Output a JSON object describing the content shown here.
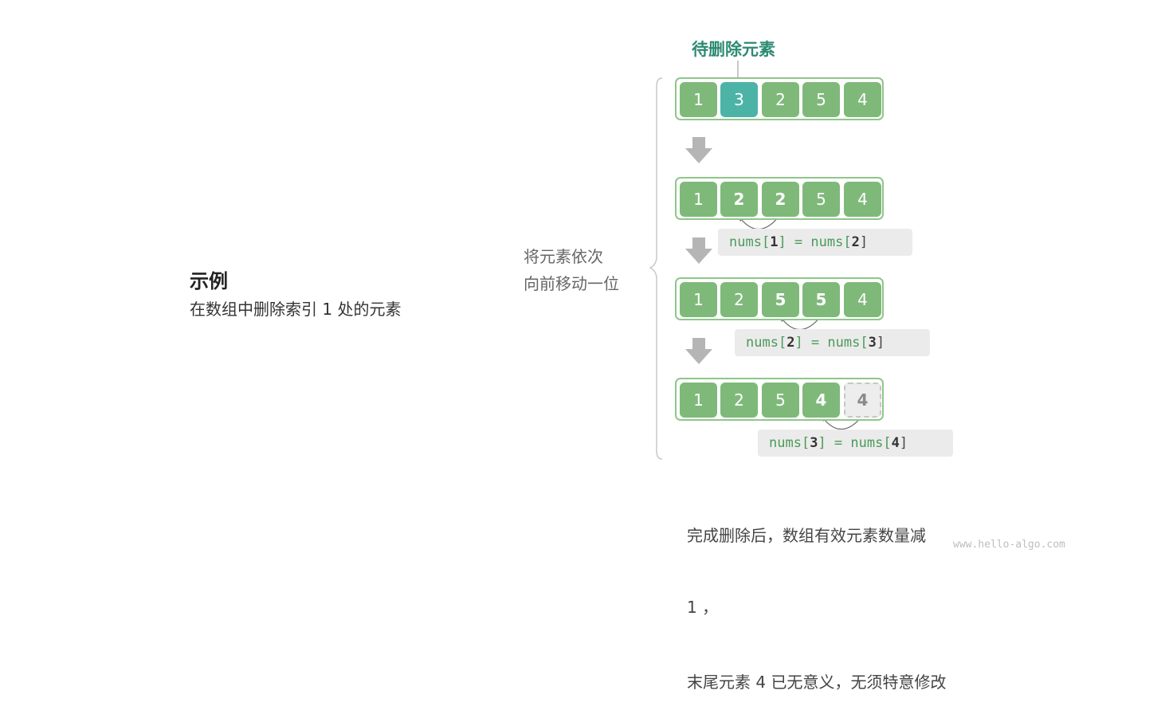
{
  "example": {
    "title": "示例",
    "description": "在数组中删除索引 1 处的元素"
  },
  "shift_label": [
    "将元素依次",
    "向前移动一位"
  ],
  "target_label": "待删除元素",
  "steps": [
    {
      "cells": [
        {
          "value": "1",
          "style": "normal"
        },
        {
          "value": "3",
          "style": "target"
        },
        {
          "value": "2",
          "style": "normal"
        },
        {
          "value": "5",
          "style": "normal"
        },
        {
          "value": "4",
          "style": "normal"
        }
      ],
      "code": null
    },
    {
      "cells": [
        {
          "value": "1",
          "style": "normal"
        },
        {
          "value": "2",
          "style": "bold"
        },
        {
          "value": "2",
          "style": "bold"
        },
        {
          "value": "5",
          "style": "normal"
        },
        {
          "value": "4",
          "style": "normal"
        }
      ],
      "code": {
        "left": "nums[",
        "left_idx": "1",
        "mid": "] = nums[",
        "right_idx": "2",
        "end": "]"
      }
    },
    {
      "cells": [
        {
          "value": "1",
          "style": "normal"
        },
        {
          "value": "2",
          "style": "normal"
        },
        {
          "value": "5",
          "style": "bold"
        },
        {
          "value": "5",
          "style": "bold"
        },
        {
          "value": "4",
          "style": "normal"
        }
      ],
      "code": {
        "left": "nums[",
        "left_idx": "2",
        "mid": "] = nums[",
        "right_idx": "3",
        "end": "]"
      }
    },
    {
      "cells": [
        {
          "value": "1",
          "style": "normal"
        },
        {
          "value": "2",
          "style": "normal"
        },
        {
          "value": "5",
          "style": "normal"
        },
        {
          "value": "4",
          "style": "bold"
        },
        {
          "value": "4",
          "style": "ghost"
        }
      ],
      "code": {
        "left": "nums[",
        "left_idx": "3",
        "mid": "] = nums[",
        "right_idx": "4",
        "end": "]"
      }
    }
  ],
  "conclusion": {
    "line1": "完成删除后，数组有效元素数量减",
    "line2": "1 ，",
    "line3": "末尾元素 4 已无意义，无须特意修改"
  },
  "watermark": "www.hello-algo.com",
  "colors": {
    "cell": "#7fb97a",
    "target_cell": "#4cb3a7",
    "border": "#8fc68a",
    "accent_text": "#2e8b73",
    "arrow": "#b5b5b5"
  }
}
